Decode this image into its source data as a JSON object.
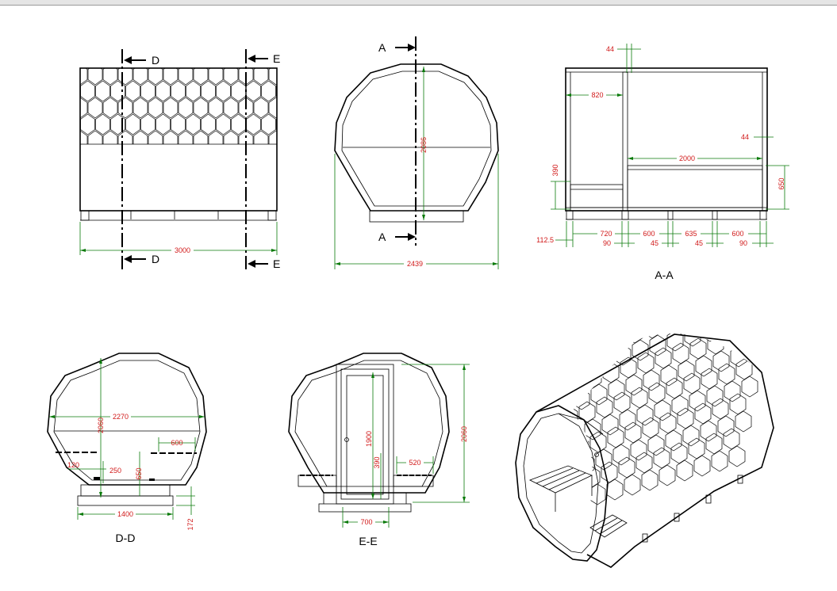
{
  "sections": {
    "d": "D",
    "e": "E",
    "a": "A"
  },
  "captions": {
    "aa": "A-A",
    "dd": "D-D",
    "ee": "E-E"
  },
  "side_view": {
    "width": "3000"
  },
  "front_view": {
    "height": "2086",
    "width": "2439"
  },
  "section_aa": {
    "wall_top": "44",
    "front_room": "820",
    "wall_side": "44",
    "bench_length": "2000",
    "bench_left_height": "390",
    "bench_right_height": "650",
    "edge": "112.5",
    "edge_left": "90",
    "span1": "720",
    "span2": "600",
    "span3": "635",
    "span4": "600",
    "gap1": "45",
    "gap2": "45",
    "edge_right": "90"
  },
  "section_dd": {
    "height": "2060",
    "width": "2270",
    "bench_width": "600",
    "step": "120",
    "gap": "250",
    "bench_height": "650",
    "base_width": "1400",
    "base_height": "172"
  },
  "section_ee": {
    "door_height": "1900",
    "bench_height": "390",
    "bench_depth": "520",
    "door_width": "700",
    "height": "2060"
  }
}
